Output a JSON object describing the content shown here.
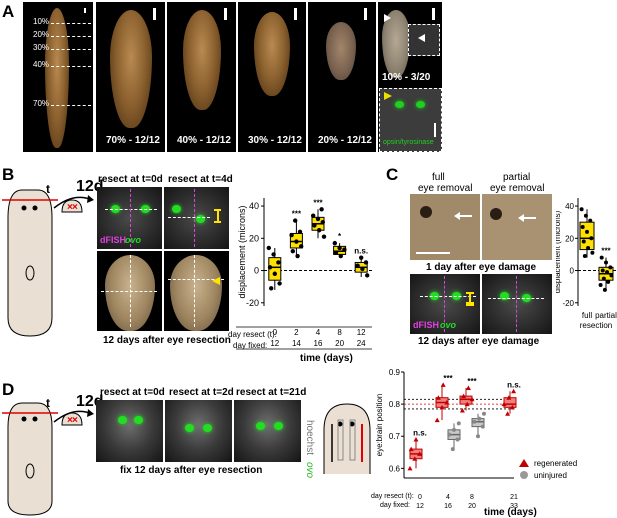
{
  "panels": {
    "A": {
      "label": "A",
      "level_marks": [
        "10%",
        "20%",
        "30%",
        "40%",
        "70%"
      ],
      "captions": [
        "70% - 12/12",
        "40% - 12/12",
        "30% - 12/12",
        "20% - 12/12",
        "10% - 3/20"
      ],
      "inset_label": "opsin/tyrosinase"
    },
    "B": {
      "label": "B",
      "time_label": "t",
      "day_label": "12d",
      "img_titles": [
        "resect at t=0d",
        "resect at t=4d"
      ],
      "stain_a": "dFISH",
      "stain_b": "ovo",
      "bottom_caption": "12 days after eye resection",
      "ylabel": "displacement (microns)",
      "xlabel": "time (days)",
      "row1_label": "day resect (t):",
      "row2_label": "day fixed:",
      "row1": [
        "0",
        "2",
        "4",
        "8",
        "12"
      ],
      "row2": [
        "12",
        "14",
        "16",
        "20",
        "24"
      ],
      "sig": [
        "***",
        "***",
        "*",
        "n.s."
      ]
    },
    "C": {
      "label": "C",
      "img_titles": [
        "full\neye removal",
        "partial\neye removal"
      ],
      "title_full": "full",
      "title_full2": "eye removal",
      "title_partial": "partial",
      "title_partial2": "eye removal",
      "mid_caption": "1 day after eye damage",
      "stain_a": "dFISH",
      "stain_b": "ovo",
      "bottom_caption": "12 days after eye damage",
      "ylabel": "displacement (microns)",
      "xcats": [
        "full",
        "partial"
      ],
      "xsub": "resection",
      "sig": "***"
    },
    "D": {
      "label": "D",
      "time_label": "t",
      "day_label": "12d",
      "img_titles": [
        "resect at t=0d",
        "resect at t=2d",
        "resect at t=21d"
      ],
      "stain_a": "hoechst",
      "stain_b": "ovo",
      "bottom_caption": "fix 12 days after eye resection",
      "ylabel": "eye:brain position",
      "xlabel": "time (days)",
      "row1_label": "day resect (t):",
      "row2_label": "day fixed:",
      "row1": [
        "0",
        "4",
        "8",
        "21"
      ],
      "row2": [
        "12",
        "16",
        "20",
        "33"
      ],
      "sig": [
        "n.s.",
        "***",
        "***",
        "n.s."
      ],
      "legend": [
        "regenerated",
        "uninjured"
      ]
    }
  },
  "chart_data": [
    {
      "type": "box",
      "panel": "B",
      "title": "",
      "xlabel": "time (days)",
      "ylabel": "displacement (microns)",
      "ylim": [
        -22,
        45
      ],
      "yticks": [
        -20,
        0,
        20,
        40
      ],
      "categories": [
        "0",
        "2",
        "4",
        "8",
        "12"
      ],
      "boxes": [
        {
          "x": "0",
          "q1": -6,
          "median": 2,
          "q3": 8,
          "min": -12,
          "max": 14,
          "points": [
            14,
            10,
            5,
            2,
            -2,
            -8,
            -11
          ]
        },
        {
          "x": "2",
          "q1": 14,
          "median": 18,
          "q3": 23,
          "min": 9,
          "max": 31,
          "points": [
            31,
            24,
            22,
            18,
            15,
            12,
            9
          ]
        },
        {
          "x": "4",
          "q1": 25,
          "median": 29,
          "q3": 33,
          "min": 20,
          "max": 38,
          "points": [
            38,
            34,
            32,
            30,
            28,
            25,
            21
          ]
        },
        {
          "x": "8",
          "q1": 10,
          "median": 12,
          "q3": 15,
          "min": 8,
          "max": 17,
          "points": [
            17,
            14,
            13,
            11,
            9
          ]
        },
        {
          "x": "12",
          "q1": -1,
          "median": 2,
          "q3": 5,
          "min": -4,
          "max": 8,
          "points": [
            8,
            5,
            3,
            1,
            -3
          ]
        }
      ],
      "significance": [
        "",
        "***",
        "***",
        "*",
        "n.s."
      ]
    },
    {
      "type": "box",
      "panel": "C",
      "title": "",
      "xlabel": "",
      "ylabel": "displacement (microns)",
      "ylim": [
        -22,
        45
      ],
      "yticks": [
        -20,
        0,
        20,
        40
      ],
      "categories": [
        "full",
        "partial"
      ],
      "boxes": [
        {
          "x": "full",
          "q1": 13,
          "median": 20,
          "q3": 30,
          "min": 8,
          "max": 38,
          "points": [
            38,
            34,
            31,
            27,
            24,
            20,
            18,
            14,
            11,
            9
          ]
        },
        {
          "x": "partial",
          "q1": -6,
          "median": -2,
          "q3": 2,
          "min": -12,
          "max": 8,
          "points": [
            8,
            5,
            2,
            0,
            -1,
            -3,
            -5,
            -7,
            -9,
            -12
          ]
        }
      ],
      "significance": [
        "",
        "***"
      ]
    },
    {
      "type": "box",
      "panel": "D",
      "title": "",
      "xlabel": "time (days)",
      "ylabel": "eye:brain position",
      "ylim": [
        0.57,
        0.9
      ],
      "yticks": [
        0.6,
        0.7,
        0.8,
        0.9
      ],
      "categories": [
        "0",
        "4",
        "8",
        "21"
      ],
      "reference_lines": [
        0.785,
        0.8,
        0.815
      ],
      "series": [
        {
          "name": "regenerated",
          "boxes": [
            {
              "x": "0",
              "q1": 0.63,
              "median": 0.645,
              "q3": 0.66,
              "min": 0.6,
              "max": 0.69
            },
            {
              "x": "4",
              "q1": 0.79,
              "median": 0.805,
              "q3": 0.82,
              "min": 0.75,
              "max": 0.86
            },
            {
              "x": "8",
              "q1": 0.8,
              "median": 0.815,
              "q3": 0.825,
              "min": 0.78,
              "max": 0.85
            },
            {
              "x": "21",
              "q1": 0.79,
              "median": 0.8,
              "q3": 0.82,
              "min": 0.77,
              "max": 0.84
            }
          ]
        },
        {
          "name": "uninjured",
          "boxes": [
            {
              "x": "4",
              "q1": 0.69,
              "median": 0.705,
              "q3": 0.72,
              "min": 0.66,
              "max": 0.74
            },
            {
              "x": "8",
              "q1": 0.73,
              "median": 0.745,
              "q3": 0.755,
              "min": 0.7,
              "max": 0.77
            }
          ]
        }
      ],
      "significance": [
        "n.s.",
        "***",
        "***",
        "n.s."
      ]
    }
  ]
}
